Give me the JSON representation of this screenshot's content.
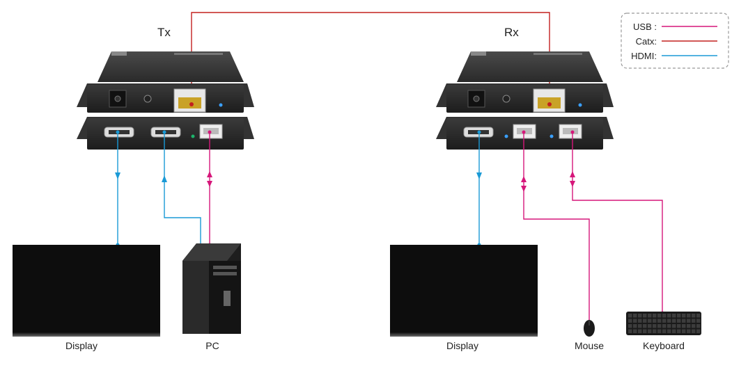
{
  "units": {
    "tx": {
      "title": "Tx"
    },
    "rx": {
      "title": "Rx"
    }
  },
  "legend": {
    "items": [
      {
        "label": "USB :",
        "color": "#d6177a"
      },
      {
        "label": "Catx:",
        "color": "#c3201f"
      },
      {
        "label": "HDMI:",
        "color": "#1a9ad6"
      }
    ]
  },
  "devices": {
    "tx_display": "Display",
    "pc": "PC",
    "rx_display": "Display",
    "mouse": "Mouse",
    "keyboard": "Keyboard"
  },
  "colors": {
    "usb": "#d6177a",
    "catx": "#c3201f",
    "hdmi": "#1a9ad6",
    "device_body": "#2a2a2a",
    "screen": "#0d0d0d"
  }
}
